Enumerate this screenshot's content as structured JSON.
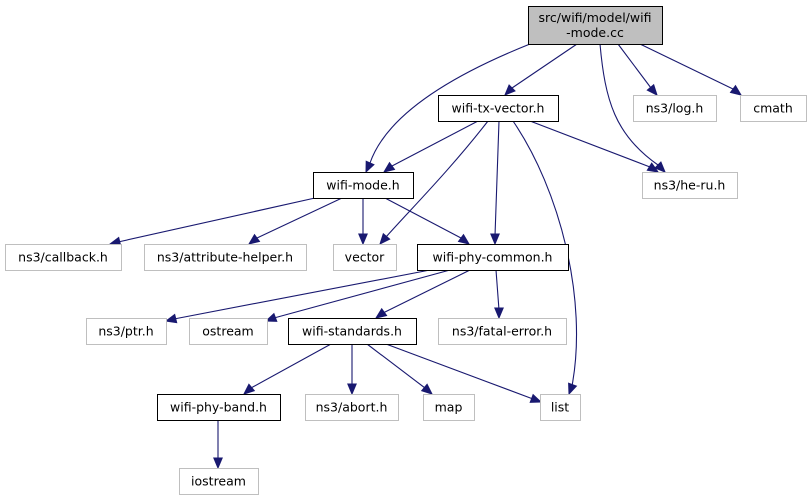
{
  "diagram": {
    "title": "src/wifi/model/wifi-mode.cc include dependency graph",
    "colors": {
      "edge": "#191970",
      "root_fill": "#bfbfbf",
      "local_border": "#000000",
      "system_border": "#bfbfbf"
    },
    "nodes": [
      {
        "id": "root",
        "lines": [
          "src/wifi/model/wifi",
          "-mode.cc"
        ],
        "kind": "root"
      },
      {
        "id": "wifi-tx-vector",
        "lines": [
          "wifi-tx-vector.h"
        ],
        "kind": "local"
      },
      {
        "id": "ns3-log",
        "lines": [
          "ns3/log.h"
        ],
        "kind": "system"
      },
      {
        "id": "cmath",
        "lines": [
          "cmath"
        ],
        "kind": "system"
      },
      {
        "id": "wifi-mode",
        "lines": [
          "wifi-mode.h"
        ],
        "kind": "local"
      },
      {
        "id": "ns3-he-ru",
        "lines": [
          "ns3/he-ru.h"
        ],
        "kind": "system"
      },
      {
        "id": "ns3-callback",
        "lines": [
          "ns3/callback.h"
        ],
        "kind": "system"
      },
      {
        "id": "ns3-attribute-helper",
        "lines": [
          "ns3/attribute-helper.h"
        ],
        "kind": "system"
      },
      {
        "id": "vector",
        "lines": [
          "vector"
        ],
        "kind": "system"
      },
      {
        "id": "wifi-phy-common",
        "lines": [
          "wifi-phy-common.h"
        ],
        "kind": "local"
      },
      {
        "id": "ns3-ptr",
        "lines": [
          "ns3/ptr.h"
        ],
        "kind": "system"
      },
      {
        "id": "ostream",
        "lines": [
          "ostream"
        ],
        "kind": "system"
      },
      {
        "id": "wifi-standards",
        "lines": [
          "wifi-standards.h"
        ],
        "kind": "local"
      },
      {
        "id": "ns3-fatal-error",
        "lines": [
          "ns3/fatal-error.h"
        ],
        "kind": "system"
      },
      {
        "id": "wifi-phy-band",
        "lines": [
          "wifi-phy-band.h"
        ],
        "kind": "local"
      },
      {
        "id": "ns3-abort",
        "lines": [
          "ns3/abort.h"
        ],
        "kind": "system"
      },
      {
        "id": "map",
        "lines": [
          "map"
        ],
        "kind": "system"
      },
      {
        "id": "list",
        "lines": [
          "list"
        ],
        "kind": "system"
      },
      {
        "id": "iostream",
        "lines": [
          "iostream"
        ],
        "kind": "system"
      }
    ],
    "edges": [
      {
        "from": "root",
        "to": "wifi-mode"
      },
      {
        "from": "root",
        "to": "wifi-tx-vector"
      },
      {
        "from": "root",
        "to": "ns3-he-ru"
      },
      {
        "from": "root",
        "to": "ns3-log"
      },
      {
        "from": "root",
        "to": "cmath"
      },
      {
        "from": "wifi-tx-vector",
        "to": "wifi-mode"
      },
      {
        "from": "wifi-tx-vector",
        "to": "vector"
      },
      {
        "from": "wifi-tx-vector",
        "to": "wifi-phy-common"
      },
      {
        "from": "wifi-tx-vector",
        "to": "list"
      },
      {
        "from": "wifi-tx-vector",
        "to": "ns3-he-ru"
      },
      {
        "from": "wifi-mode",
        "to": "ns3-callback"
      },
      {
        "from": "wifi-mode",
        "to": "ns3-attribute-helper"
      },
      {
        "from": "wifi-mode",
        "to": "vector"
      },
      {
        "from": "wifi-mode",
        "to": "wifi-phy-common"
      },
      {
        "from": "wifi-phy-common",
        "to": "ns3-ptr"
      },
      {
        "from": "wifi-phy-common",
        "to": "ostream"
      },
      {
        "from": "wifi-phy-common",
        "to": "wifi-standards"
      },
      {
        "from": "wifi-phy-common",
        "to": "ns3-fatal-error"
      },
      {
        "from": "wifi-standards",
        "to": "wifi-phy-band"
      },
      {
        "from": "wifi-standards",
        "to": "ns3-abort"
      },
      {
        "from": "wifi-standards",
        "to": "map"
      },
      {
        "from": "wifi-standards",
        "to": "list"
      },
      {
        "from": "wifi-phy-band",
        "to": "iostream"
      }
    ]
  }
}
